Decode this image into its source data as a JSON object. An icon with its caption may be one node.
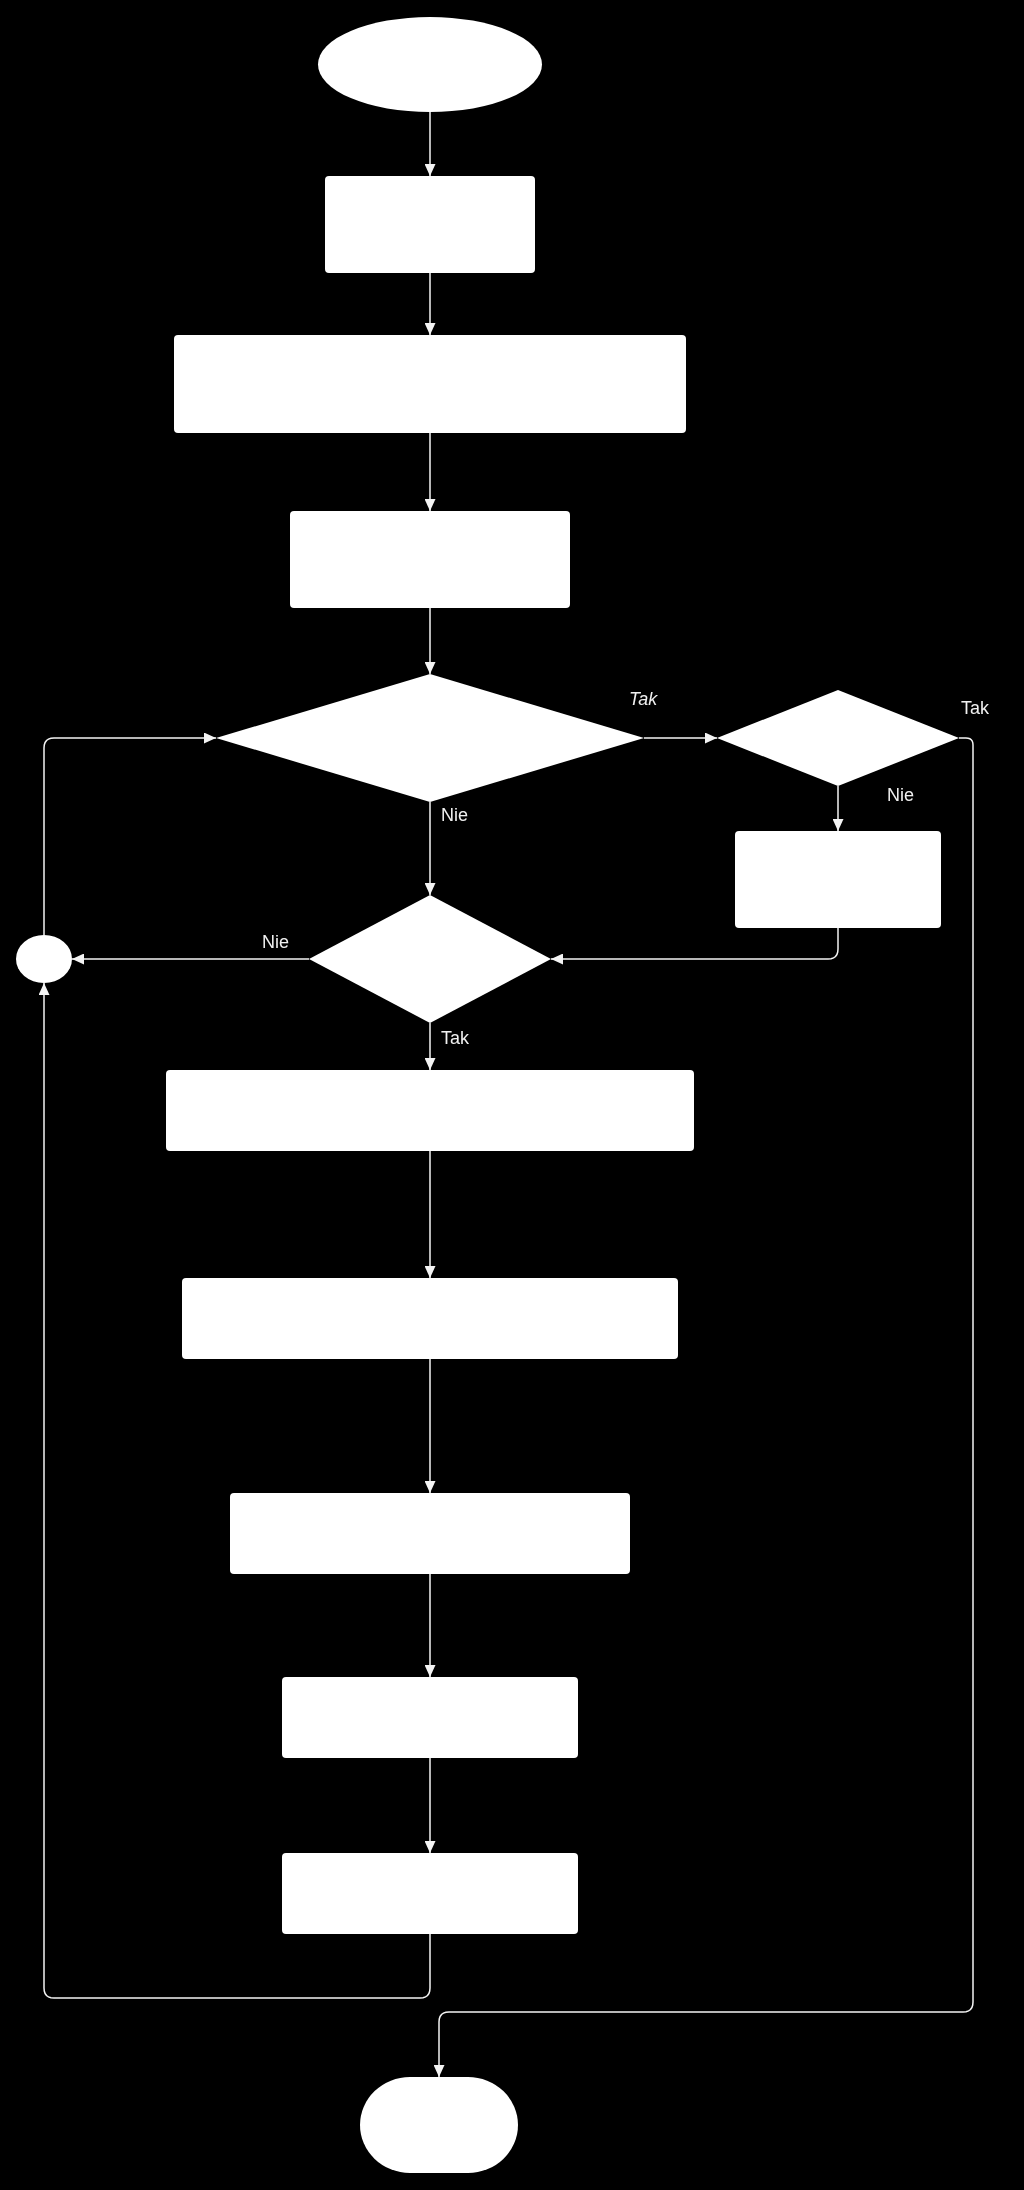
{
  "diagram": {
    "nodes": [
      {
        "text": [],
        "shape": "ellipse"
      },
      {
        "text": [],
        "shape": "box"
      },
      {
        "text": [],
        "shape": "box"
      },
      {
        "text": [],
        "shape": "box"
      },
      {
        "text": [],
        "shape": "diamond"
      },
      {
        "text": [],
        "shape": "diamond"
      },
      {
        "text": [],
        "shape": "box"
      },
      {
        "text": [],
        "shape": "circle"
      },
      {
        "text": [],
        "shape": "diamond"
      },
      {
        "text": [],
        "shape": "box"
      },
      {
        "text": [],
        "shape": "box"
      },
      {
        "text": [],
        "shape": "box"
      },
      {
        "text": [],
        "shape": "box"
      },
      {
        "text": [],
        "shape": "box"
      },
      {
        "text": [],
        "shape": "pill"
      }
    ],
    "edges": [
      {
        "from": 0,
        "to": 1,
        "arrow": "to"
      },
      {
        "from": 1,
        "to": 2,
        "arrow": "to"
      },
      {
        "from": 2,
        "to": 3,
        "arrow": "to"
      },
      {
        "from": 3,
        "to": 4,
        "arrow": "to"
      },
      {
        "from": 4,
        "to": 5,
        "arrow": "to",
        "label": "Tak"
      },
      {
        "from": 4,
        "to": 8,
        "arrow": "to",
        "label": "Nie"
      },
      {
        "from": 5,
        "to": 6,
        "arrow": "to",
        "label": "Nie"
      },
      {
        "from": 5,
        "to": 14,
        "arrow": "to",
        "label": "Tak"
      },
      {
        "from": 6,
        "to": 8,
        "arrow": "to"
      },
      {
        "from": 8,
        "to": 7,
        "arrow": "to",
        "label": "Nie"
      },
      {
        "from": 8,
        "to": 9,
        "arrow": "to",
        "label": "Tak"
      },
      {
        "from": 9,
        "to": 10,
        "arrow": "to"
      },
      {
        "from": 10,
        "to": 11,
        "arrow": "to"
      },
      {
        "from": 11,
        "to": 12,
        "arrow": "to"
      },
      {
        "from": 12,
        "to": 13,
        "arrow": "to"
      },
      {
        "from": 13,
        "to": 7,
        "arrow": "to"
      },
      {
        "from": 7,
        "to": 4,
        "arrow": "to"
      }
    ]
  }
}
